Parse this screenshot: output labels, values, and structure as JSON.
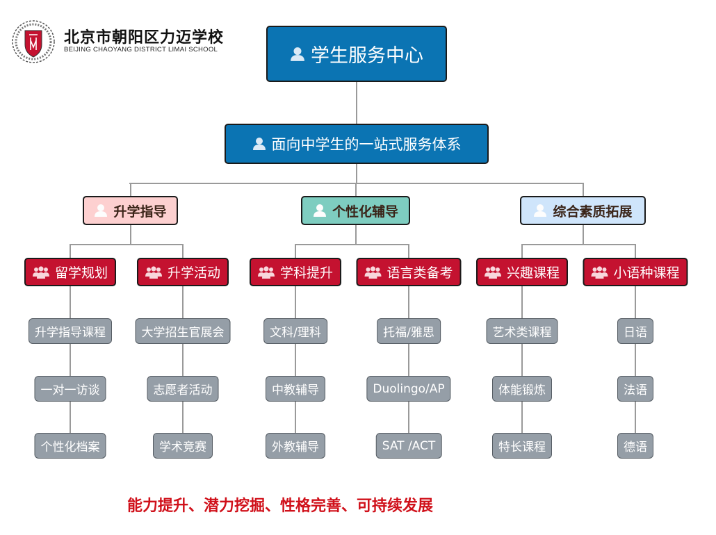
{
  "logo": {
    "name_cn": "北京市朝阳区力迈学校",
    "name_en": "BEIJING CHAOYANG DISTRICT LIMAI SCHOOL",
    "emblem_text": [
      "LIMAI",
      "SINCE 1995"
    ],
    "colors": {
      "shield": "#c41230"
    }
  },
  "root": {
    "label": "学生服务中心",
    "icon": "person-icon",
    "color": "#0b74b3"
  },
  "system": {
    "label": "面向中学生的一站式服务体系",
    "icon": "person-icon",
    "color": "#0b74b3"
  },
  "categories": [
    {
      "label": "升学指导",
      "icon": "person-icon",
      "color": "#fdd0d0",
      "groups": [
        {
          "label": "留学规划",
          "icon": "group-icon",
          "items": [
            "升学指导课程",
            "一对一访谈",
            "个性化档案"
          ]
        },
        {
          "label": "升学活动",
          "icon": "group-icon",
          "items": [
            "大学招生官展会",
            "志愿者活动",
            "学术竞赛"
          ]
        }
      ]
    },
    {
      "label": "个性化辅导",
      "icon": "person-icon",
      "color": "#7ecdc0",
      "groups": [
        {
          "label": "学科提升",
          "icon": "group-icon",
          "items": [
            "文科/理科",
            "中教辅导",
            "外教辅导"
          ]
        },
        {
          "label": "语言类备考",
          "icon": "group-icon",
          "items": [
            "托福/雅思",
            "Duolingo/AP",
            "SAT /ACT"
          ]
        }
      ]
    },
    {
      "label": "综合素质拓展",
      "icon": "person-icon",
      "color": "#cfe5fb",
      "groups": [
        {
          "label": "兴趣课程",
          "icon": "group-icon",
          "items": [
            "艺术类课程",
            "体能锻炼",
            "特长课程"
          ]
        },
        {
          "label": "小语种课程",
          "icon": "group-icon",
          "items": [
            "日语",
            "法语",
            "德语"
          ]
        }
      ]
    }
  ],
  "group_color": "#c41230",
  "leaf_color": "#959ea7",
  "slogan": "能力提升、潜力挖掘、性格完善、可持续发展",
  "slogan_color": "#d0101a"
}
